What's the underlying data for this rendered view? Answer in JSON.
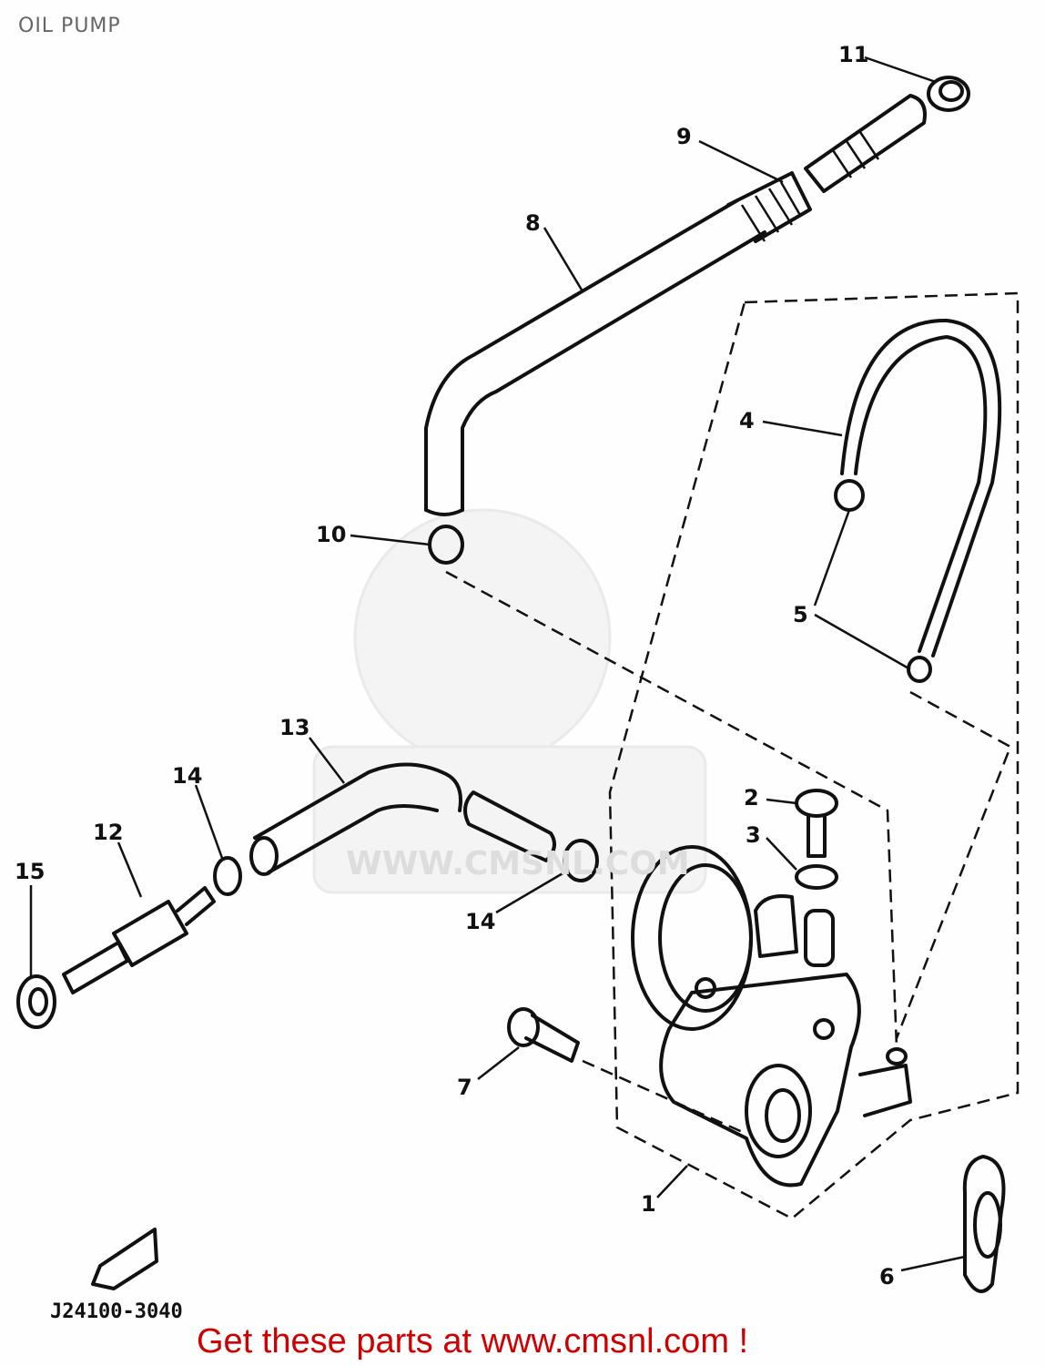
{
  "title": "OIL PUMP",
  "callouts": {
    "p1": "1",
    "p2": "2",
    "p3": "3",
    "p4": "4",
    "p5": "5",
    "p6": "6",
    "p7": "7",
    "p8": "8",
    "p9": "9",
    "p10": "10",
    "p11": "11",
    "p12": "12",
    "p13": "13",
    "p14a": "14",
    "p14b": "14",
    "p15": "15"
  },
  "watermark": "WWW.CMSNL.COM",
  "diagram_code": "J24100-3040",
  "promo": "Get these parts at www.cmsnl.com !"
}
